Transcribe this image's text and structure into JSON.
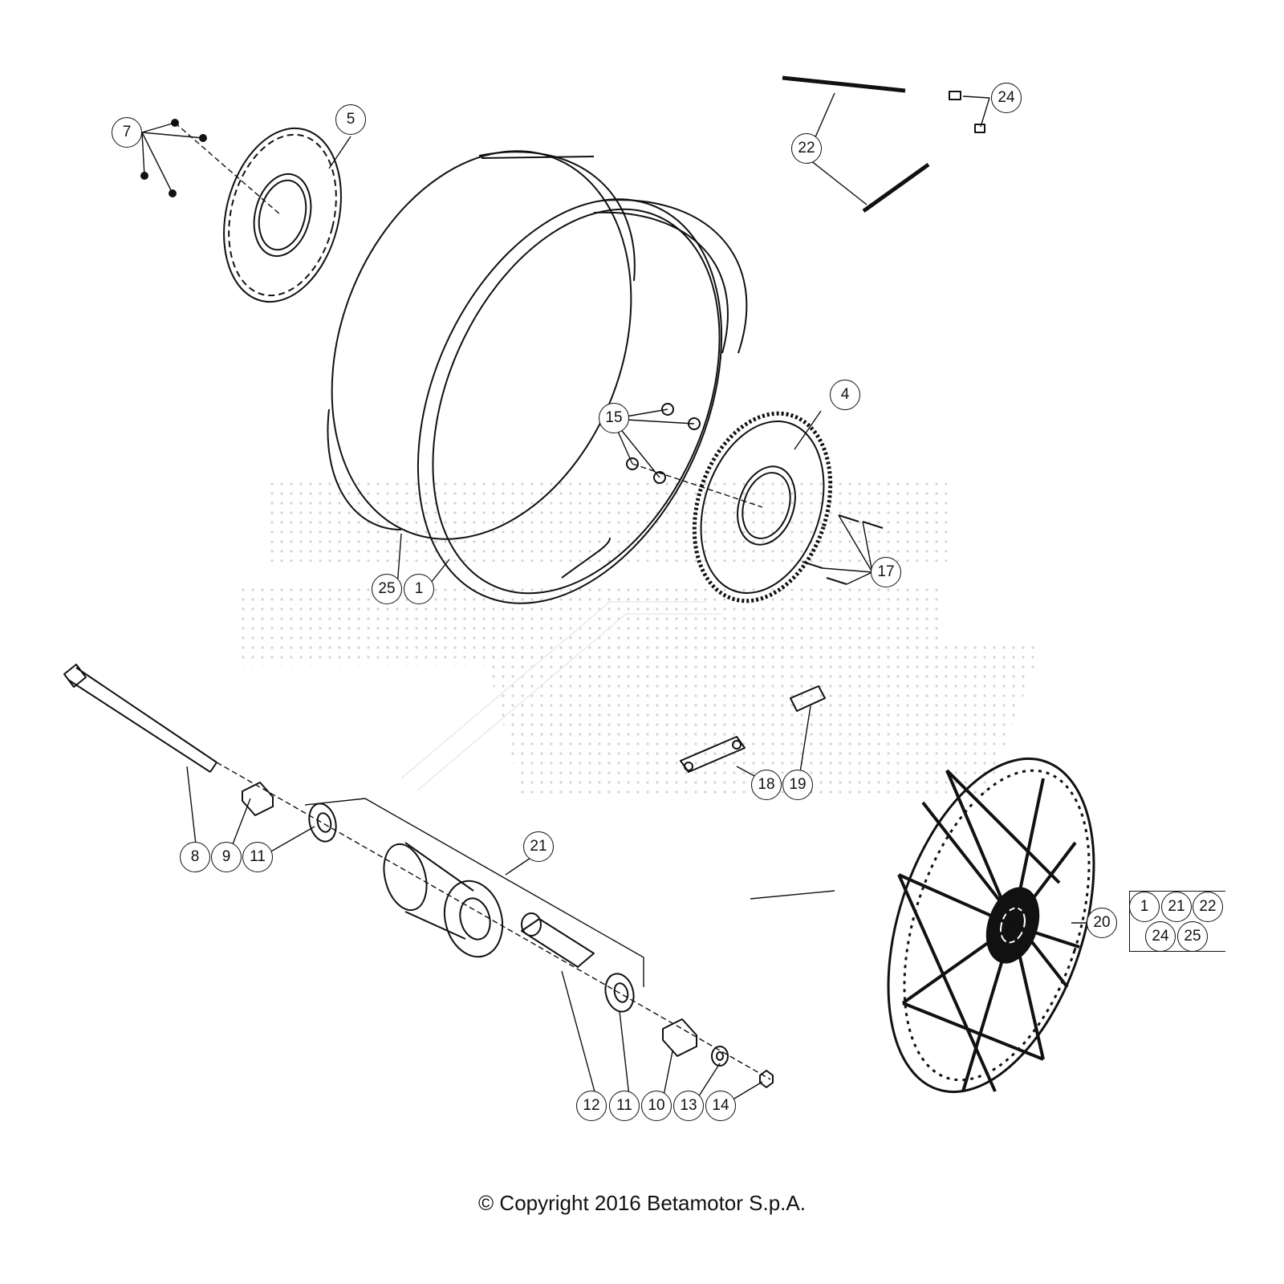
{
  "diagram": {
    "callouts": {
      "c1": "1",
      "c4": "4",
      "c5": "5",
      "c7": "7",
      "c8": "8",
      "c9": "9",
      "c10": "10",
      "c11a": "11",
      "c11b": "11",
      "c12": "12",
      "c13": "13",
      "c14": "14",
      "c15": "15",
      "c17": "17",
      "c18": "18",
      "c19": "19",
      "c20": "20",
      "c21": "21",
      "c22": "22",
      "c24": "24",
      "c25": "25"
    },
    "kit": [
      "1",
      "21",
      "22",
      "24",
      "25"
    ]
  },
  "copyright": "© Copyright 2016 Betamotor S.p.A.",
  "colors": {
    "line": "#111111",
    "background": "#ffffff",
    "watermark": "#dcdcdc"
  }
}
